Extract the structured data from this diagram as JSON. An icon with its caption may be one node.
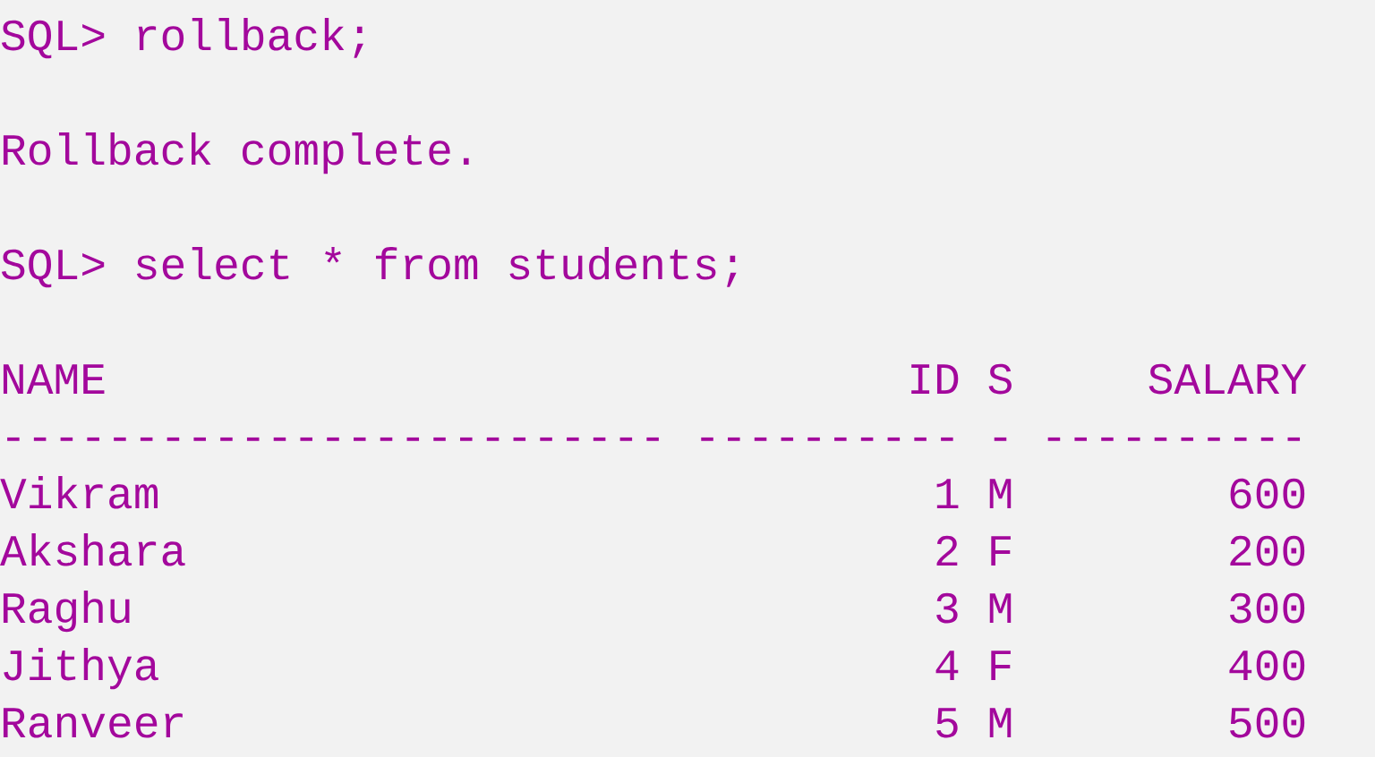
{
  "diagram": {
    "labels": [
      "SQL> rollback;",
      "Rollback complete.",
      "SQL> select * from students;",
      "NAME",
      "ID",
      "S",
      "SALARY",
      "-------------------------",
      "----------",
      "-",
      "----------",
      "Vikram",
      "1",
      "M",
      "600",
      "Akshara",
      "2",
      "F",
      "200",
      "Raghu",
      "3",
      "M",
      "300",
      "Jithya",
      "4",
      "F",
      "400",
      "Ranveer",
      "5",
      "M",
      "500"
    ]
  }
}
